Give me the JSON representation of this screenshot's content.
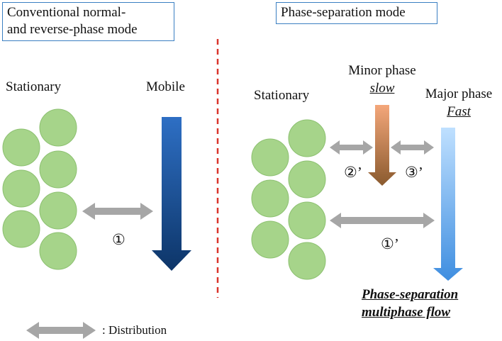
{
  "left_panel": {
    "title_line1": "Conventional normal-",
    "title_line2": "and reverse-phase mode",
    "stationary_label": "Stationary",
    "mobile_label": "Mobile",
    "distribution_marker": "①"
  },
  "right_panel": {
    "title": "Phase-separation mode",
    "stationary_label": "Stationary",
    "minor_phase_label": "Minor phase",
    "minor_phase_speed": "slow",
    "major_phase_label": "Major phase",
    "major_phase_speed": "Fast",
    "marker_2": "②’",
    "marker_3": "③’",
    "marker_1": "①’",
    "flow_title_line1": "Phase-separation",
    "flow_title_line2": "multiphase flow"
  },
  "legend": {
    "label": ": Distribution"
  },
  "colors": {
    "particle_fill": "#a6d48a",
    "particle_stroke": "#8cc070",
    "arrow_gray": "#a6a6a6",
    "divider_red": "#d9342b",
    "box_border": "#3a7fc2",
    "mobile_arrow_top": "#2e6fc4",
    "mobile_arrow_bottom": "#0d3568",
    "minor_arrow_top": "#f4a77a",
    "minor_arrow_bottom": "#8a5a2e",
    "major_arrow_top": "#bfe0ff",
    "major_arrow_bottom": "#3f8ee0"
  }
}
